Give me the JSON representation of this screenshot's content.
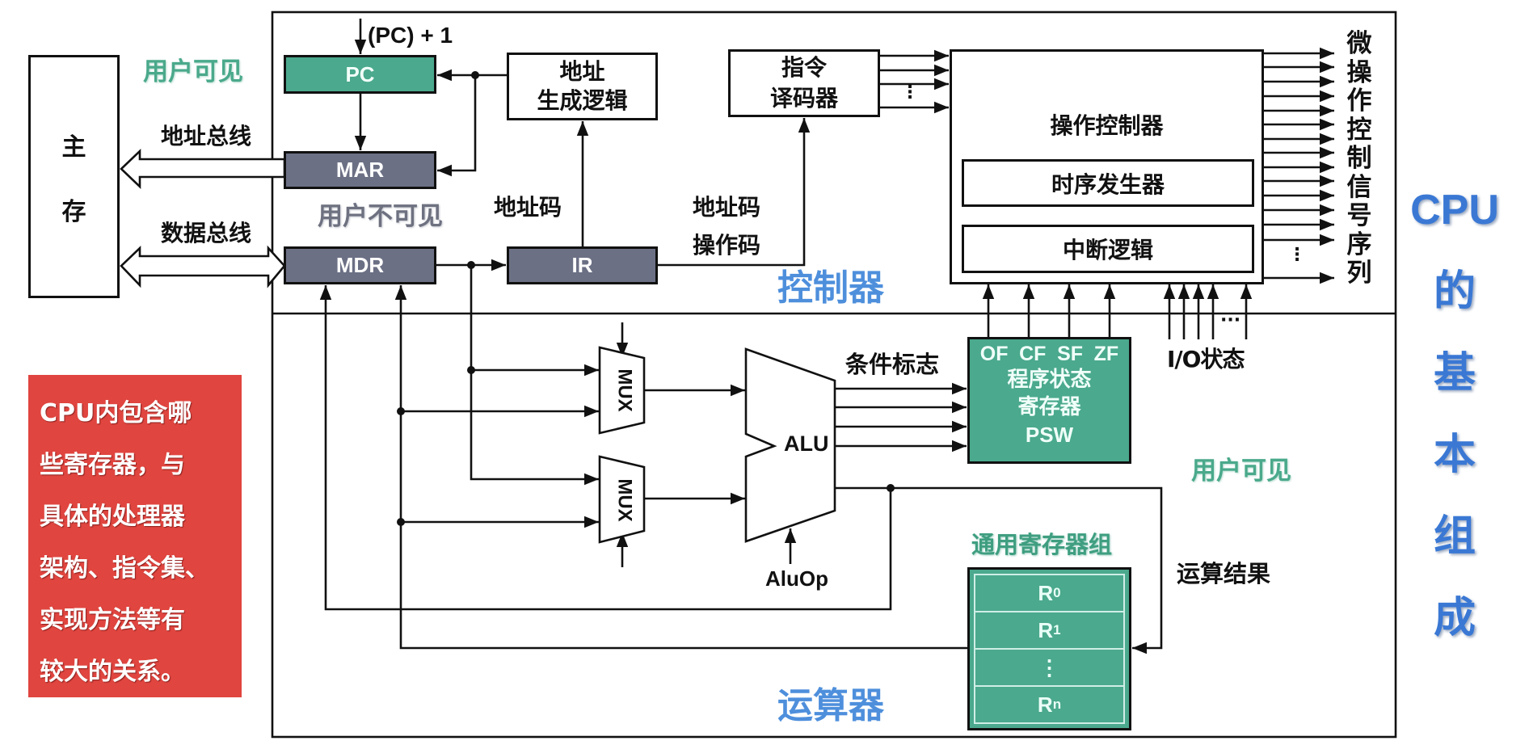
{
  "memory": {
    "label_chars": [
      "主",
      "存"
    ]
  },
  "buses": {
    "address_bus": "地址总线",
    "data_bus": "数据总线"
  },
  "visibility": {
    "user_visible_top": "用户可见",
    "user_invisible": "用户不可见",
    "user_visible_right": "用户可见"
  },
  "registers": {
    "pc": "PC",
    "pc_increment": "(PC) + 1",
    "mar": "MAR",
    "mdr": "MDR",
    "ir": "IR"
  },
  "address_gen": {
    "line1": "地址",
    "line2": "生成逻辑"
  },
  "decoder": {
    "line1": "指令",
    "line2": "译码器"
  },
  "labels": {
    "address_code_left": "地址码",
    "address_code_right": "地址码",
    "opcode": "操作码",
    "condition_flags": "条件标志",
    "io_status": "I/O状态",
    "alu_op": "AluOp",
    "op_result": "运算结果",
    "vertical_dots": "⋮",
    "horizontal_dots": "···"
  },
  "control_unit": {
    "title": "控制器",
    "op_controller": "操作控制器",
    "timing_generator": "时序发生器",
    "interrupt_logic": "中断逻辑",
    "micro_op_label_chars": [
      "微",
      "操",
      "作",
      "控",
      "制",
      "信",
      "号",
      "序",
      "列"
    ]
  },
  "alu_section": {
    "title": "运算器",
    "alu": "ALU",
    "mux1": "MUX",
    "mux2": "MUX"
  },
  "psw": {
    "flags": [
      "OF",
      "CF",
      "SF",
      "ZF"
    ],
    "name_line1": "程序状态",
    "name_line2": "寄存器",
    "abbr": "PSW"
  },
  "register_group": {
    "title": "通用寄存器组",
    "rows": [
      {
        "base": "R",
        "sub": "0"
      },
      {
        "base": "R",
        "sub": "1"
      },
      {
        "base": "⋮",
        "sub": ""
      },
      {
        "base": "R",
        "sub": "n"
      }
    ]
  },
  "note": {
    "lines": [
      "CPU内包含哪",
      "些寄存器，与",
      "具体的处理器",
      "架构、指令集、",
      "实现方法等有",
      "较大的关系。"
    ]
  },
  "side_title": {
    "chars": [
      "CPU",
      "的",
      "基",
      "本",
      "组",
      "成"
    ]
  },
  "colors": {
    "register_green": "#4ba98d",
    "register_gray": "#6c7085",
    "title_blue": "#4e8fdc",
    "note_red": "#e0453f"
  }
}
